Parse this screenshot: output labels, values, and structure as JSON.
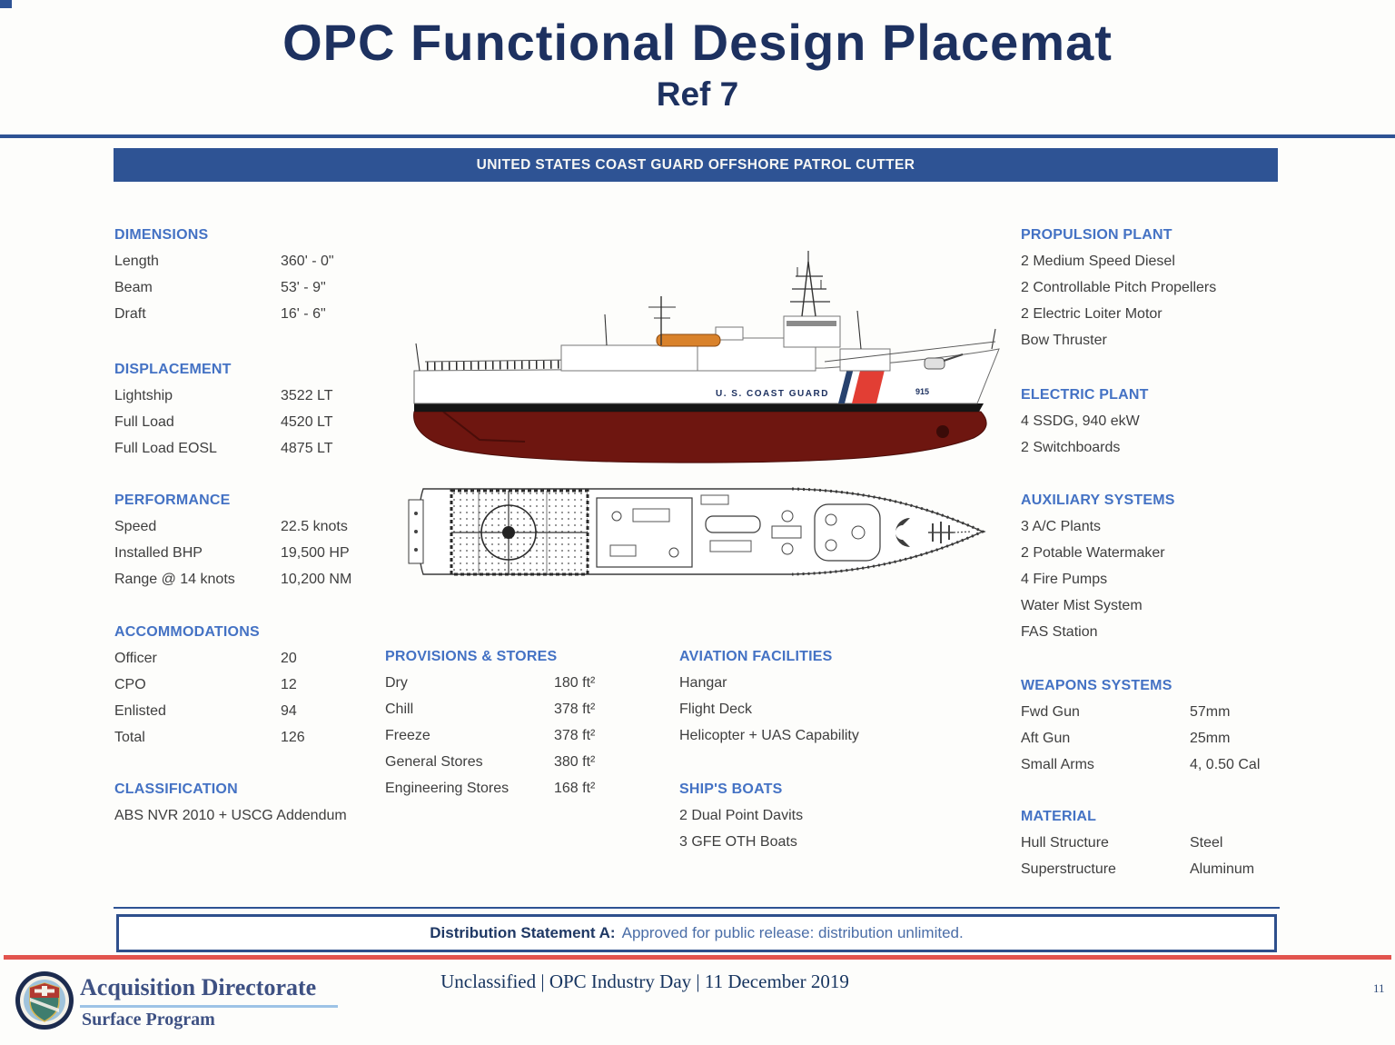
{
  "slide": {
    "title": "OPC Functional Design Placemat",
    "subtitle": "Ref 7",
    "banner": "UNITED STATES COAST GUARD OFFSHORE PATROL CUTTER",
    "page_number": "11"
  },
  "colors": {
    "title_navy": "#1d3160",
    "section_header_blue": "#4472c4",
    "banner_blue": "#2e5394",
    "body_text": "#3e3e3e",
    "red_rule": "#e2544e",
    "hull_maroon": "#6e1610",
    "stripe_red": "#e23e34",
    "stripe_blue": "#27426e",
    "boat_orange": "#d9822b"
  },
  "sections": {
    "dimensions": {
      "title": "DIMENSIONS",
      "rows": [
        {
          "label": "Length",
          "value": "360' - 0\""
        },
        {
          "label": "Beam",
          "value": "53' - 9\""
        },
        {
          "label": "Draft",
          "value": "16' - 6\""
        }
      ]
    },
    "displacement": {
      "title": "DISPLACEMENT",
      "rows": [
        {
          "label": "Lightship",
          "value": "3522 LT"
        },
        {
          "label": "Full Load",
          "value": "4520 LT"
        },
        {
          "label": "Full Load EOSL",
          "value": "4875 LT"
        }
      ]
    },
    "performance": {
      "title": "PERFORMANCE",
      "rows": [
        {
          "label": "Speed",
          "value": "22.5 knots"
        },
        {
          "label": "Installed BHP",
          "value": "19,500 HP"
        },
        {
          "label": "Range @ 14 knots",
          "value": "10,200 NM"
        }
      ]
    },
    "accommodations": {
      "title": "ACCOMMODATIONS",
      "rows": [
        {
          "label": "Officer",
          "value": "20"
        },
        {
          "label": "CPO",
          "value": "12"
        },
        {
          "label": "Enlisted",
          "value": "94"
        },
        {
          "label": "Total",
          "value": "126"
        }
      ]
    },
    "classification": {
      "title": "CLASSIFICATION",
      "text": "ABS NVR 2010 + USCG Addendum"
    },
    "provisions": {
      "title": "PROVISIONS & STORES",
      "rows": [
        {
          "label": "Dry",
          "value": "180 ft²"
        },
        {
          "label": "Chill",
          "value": "378 ft²"
        },
        {
          "label": "Freeze",
          "value": "378 ft²"
        },
        {
          "label": "General Stores",
          "value": "380 ft²"
        },
        {
          "label": "Engineering Stores",
          "value": "168 ft²"
        }
      ]
    },
    "aviation": {
      "title": "AVIATION FACILITIES",
      "items": [
        "Hangar",
        "Flight Deck",
        "Helicopter + UAS Capability"
      ]
    },
    "ships_boats": {
      "title": "SHIP'S BOATS",
      "items": [
        "2 Dual Point Davits",
        "3 GFE OTH Boats"
      ]
    },
    "propulsion": {
      "title": "PROPULSION PLANT",
      "items": [
        "2 Medium Speed Diesel",
        "2 Controllable Pitch Propellers",
        "2 Electric Loiter Motor",
        "Bow Thruster"
      ]
    },
    "electric": {
      "title": "ELECTRIC PLANT",
      "items": [
        "4 SSDG, 940 ekW",
        "2 Switchboards"
      ]
    },
    "auxiliary": {
      "title": "AUXILIARY SYSTEMS",
      "items": [
        "3 A/C Plants",
        "2 Potable Watermaker",
        "4 Fire Pumps",
        "Water Mist System",
        "FAS Station"
      ]
    },
    "weapons": {
      "title": "WEAPONS SYSTEMS",
      "rows": [
        {
          "label": "Fwd Gun",
          "value": "57mm"
        },
        {
          "label": "Aft Gun",
          "value": "25mm"
        },
        {
          "label": "Small Arms",
          "value": "4, 0.50 Cal"
        }
      ]
    },
    "material": {
      "title": "MATERIAL",
      "rows": [
        {
          "label": "Hull Structure",
          "value": "Steel"
        },
        {
          "label": "Superstructure",
          "value": "Aluminum"
        }
      ]
    }
  },
  "ship": {
    "hull_text": "U. S. COAST GUARD",
    "hull_number": "915"
  },
  "distribution": {
    "label": "Distribution Statement A:",
    "text": "Approved for public release: distribution unlimited."
  },
  "footer": {
    "org": "Acquisition Directorate",
    "program": "Surface Program",
    "classification_line": "Unclassified | OPC Industry Day | 11 December 2019"
  }
}
